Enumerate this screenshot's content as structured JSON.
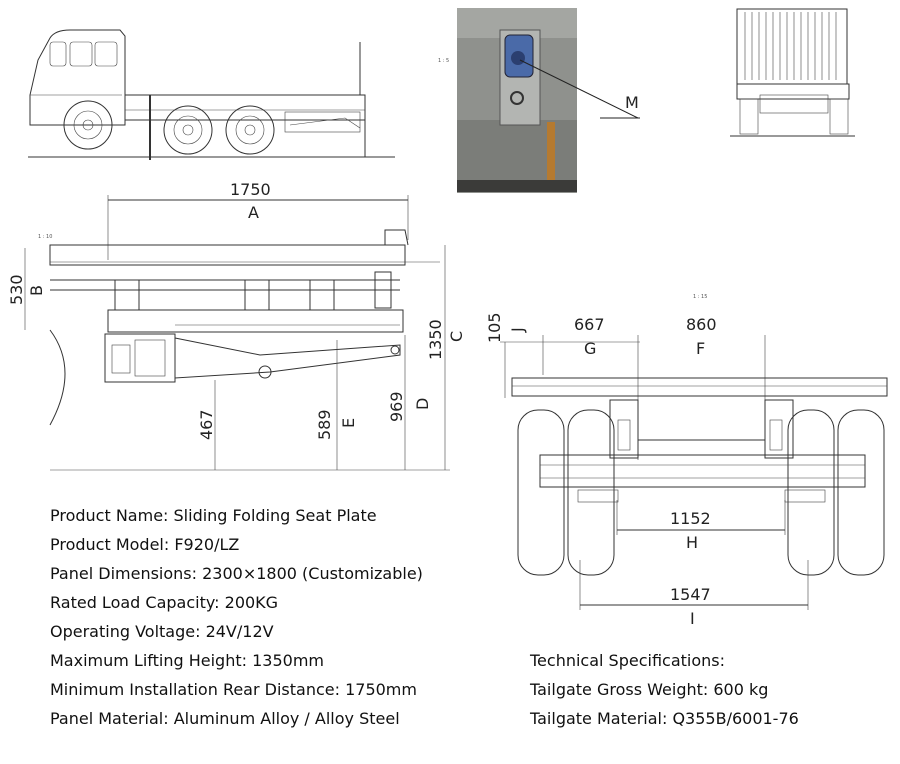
{
  "dimensions": {
    "top_width": {
      "value": "1750",
      "letter": "A"
    },
    "plate_height": {
      "value": "530",
      "letter": "B"
    },
    "lift_height": {
      "value": "1350",
      "letter": "C"
    },
    "height_d": {
      "value": "969",
      "letter": "D"
    },
    "height_e": {
      "value": "589",
      "letter": "E"
    },
    "height_left": {
      "value": "467"
    },
    "offset_j": {
      "value": "105",
      "letter": "J"
    },
    "width_g": {
      "value": "667",
      "letter": "G"
    },
    "width_f": {
      "value": "860",
      "letter": "F"
    },
    "width_h": {
      "value": "1152",
      "letter": "H"
    },
    "width_i": {
      "value": "1547",
      "letter": "I"
    }
  },
  "callout": {
    "label": "M"
  },
  "specs_left": [
    "Product Name: Sliding Folding Seat Plate",
    "Product Model: F920/LZ",
    "Panel Dimensions: 2300×1800 (Customizable)",
    "Rated Load Capacity: 200KG",
    "Operating Voltage: 24V/12V",
    "Maximum Lifting Height: 1350mm",
    "Minimum Installation Rear Distance: 1750mm",
    "Panel Material: Aluminum Alloy / Alloy Steel"
  ],
  "specs_right": [
    "Technical Specifications:",
    "Tailgate Gross Weight: 600 kg",
    "Tailgate Material: Q355B/6001-76"
  ]
}
